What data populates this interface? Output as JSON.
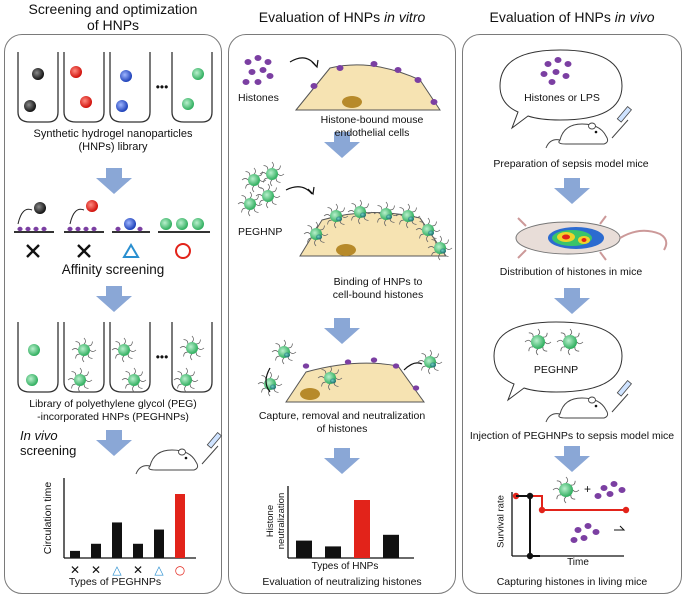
{
  "colors": {
    "arrow": "#8aa7d6",
    "cell": "#f6e3b2",
    "nucleus": "#b78a2a",
    "histone": "#7b3fa2",
    "np_green": "#4fc47a",
    "np_red": "#e2231a",
    "np_blue": "#2f5fd6",
    "np_black": "#222222",
    "highlight": "#e2231a",
    "triangle": "#2a8fd0"
  },
  "panel1": {
    "title_line1": "Screening and optimization",
    "title_line2": "of HNPs",
    "library_caption_line1": "Synthetic hydrogel nanoparticles",
    "library_caption_line2": "(HNPs) library",
    "ellipsis": "•••",
    "affinity_label": "Affinity screening",
    "peg_caption_line1": "Library of polyethylene glycol (PEG)",
    "peg_caption_line2": "-incorporated HNPs (PEGHNPs)",
    "invivo_italic": "In vivo",
    "screening_word": "screening"
  },
  "panel2": {
    "title_prefix": "Evaluation of HNPs ",
    "title_italic": "in vitro",
    "histones_label": "Histones",
    "cells_caption_line1": "Histone-bound mouse",
    "cells_caption_line2": "endothelial cells",
    "peghnp_label": "PEGHNP",
    "binding_caption_line1": "Binding of HNPs to",
    "binding_caption_line2": "cell-bound histones",
    "capture_caption_line1": "Capture, removal and neutralization",
    "capture_caption_line2": "of histones",
    "bottom_caption": "Evaluation of neutralizing histones"
  },
  "panel3": {
    "title_prefix": "Evaluation of HNPs ",
    "title_italic": "in vivo",
    "bubble1_label": "Histones or LPS",
    "prep_caption": "Preparation of sepsis model mice",
    "distribution_caption": "Distribution of histones in mice",
    "bubble2_label": "PEGHNP",
    "injection_caption": "Injection of PEGHNPs to sepsis model mice",
    "bottom_caption": "Capturing histones in living mice",
    "plus_sign": "+"
  },
  "chart_data": [
    {
      "type": "bar",
      "ylabel": "Circulation time",
      "xlabel": "Types of PEGHNPs",
      "categories": [
        "✕",
        "✕",
        "△",
        "✕",
        "△",
        "○"
      ],
      "values": [
        1,
        2,
        5,
        2,
        4,
        9
      ],
      "highlight_index": 5
    },
    {
      "type": "bar",
      "ylabel_line1": "Histone",
      "ylabel_line2": "neutralization",
      "xlabel": "Types of HNPs",
      "values": [
        3,
        2,
        10,
        4
      ],
      "highlight_index": 2
    },
    {
      "type": "line",
      "ylabel": "Survival rate",
      "xlabel": "Time"
    }
  ]
}
